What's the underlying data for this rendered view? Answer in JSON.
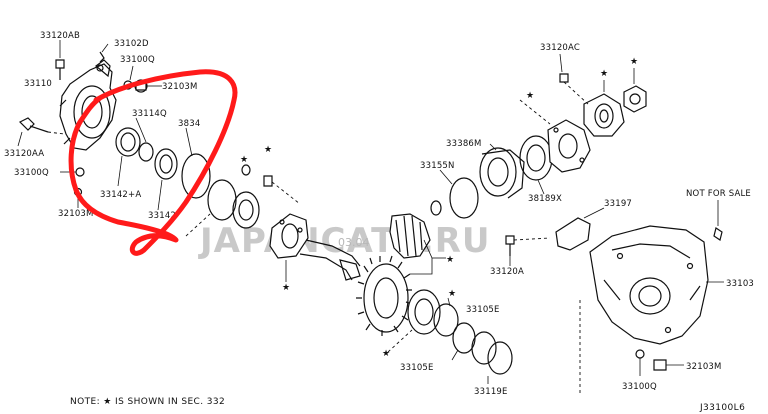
{
  "parts": {
    "p33120AB": "33120AB",
    "p33102D": "33102D",
    "p33100Q_top": "33100Q",
    "p32103M_top": "32103M",
    "p33110": "33110",
    "p33114Q": "33114Q",
    "p38342": "3834",
    "p33120AA": "33120AA",
    "p33100Q_left": "33100Q",
    "p33142A": "33142+A",
    "p33142": "33142",
    "p32103M_left": "32103M",
    "p33120AC": "33120AC",
    "p33386M": "33386M",
    "p33155N": "33155N",
    "p38189X": "38189X",
    "p33197": "33197",
    "p33120A": "33120A",
    "p33105E_top": "33105E",
    "p33105E_bot": "33105E",
    "p33119E": "33119E",
    "p33103": "33103",
    "p32103M_right": "32103M",
    "p33100Q_right": "33100Q"
  },
  "not_for_sale": "NOT FOR SALE",
  "note": "NOTE: ★ IS SHOWN IN SEC. 332",
  "diagram_code": "J33100L6",
  "watermark": "JAPANCATS.RU",
  "watermark_date": "03.04",
  "star_glyph": "★",
  "colors": {
    "annotation": "#ff1a1a",
    "line": "#111111",
    "watermark": "#c9c9c9"
  }
}
